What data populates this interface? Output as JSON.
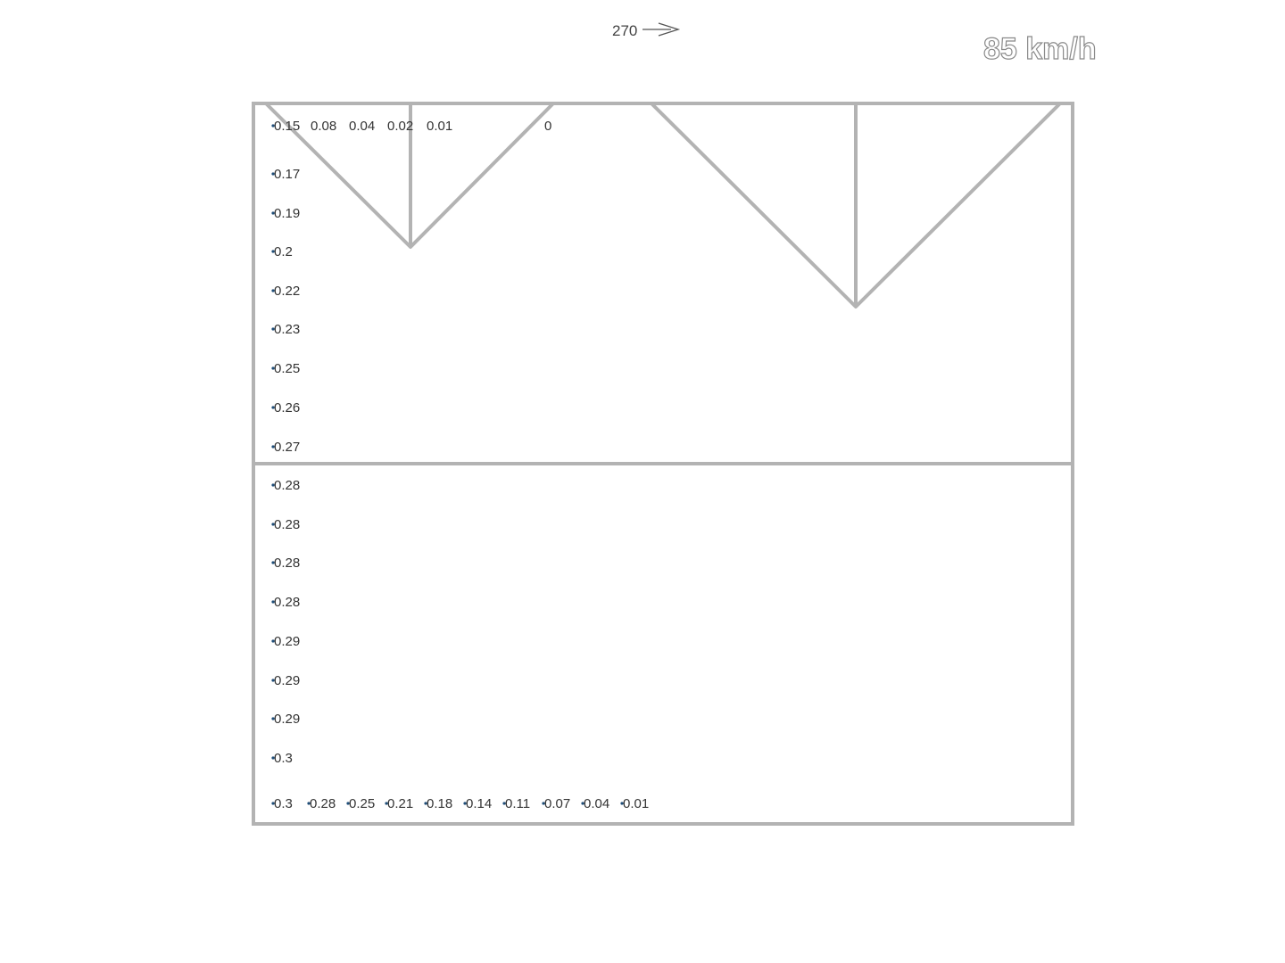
{
  "header": {
    "direction": "270",
    "speed": "85 km/h",
    "arrow_icon": "right-arrow-icon"
  },
  "top_row": [
    {
      "text": "0.15",
      "dot": true
    },
    {
      "text": "0.08",
      "dot": false
    },
    {
      "text": "0.04",
      "dot": false
    },
    {
      "text": "0.02",
      "dot": false
    },
    {
      "text": "0.01",
      "dot": false
    },
    {
      "text": "0",
      "dot": false
    }
  ],
  "left_column": [
    "0.17",
    "0.19",
    "0.2",
    "0.22",
    "0.23",
    "0.25",
    "0.26",
    "0.27",
    "0.28",
    "0.28",
    "0.28",
    "0.28",
    "0.29",
    "0.29",
    "0.29",
    "0.3"
  ],
  "bottom_row": [
    "0.3",
    "0.28",
    "0.25",
    "0.21",
    "0.18",
    "0.14",
    "0.11",
    "0.07",
    "0.04",
    "0.01"
  ],
  "colors": {
    "structure": "#b3b3b3",
    "label": "#333333",
    "marker": "#1f4e79"
  }
}
